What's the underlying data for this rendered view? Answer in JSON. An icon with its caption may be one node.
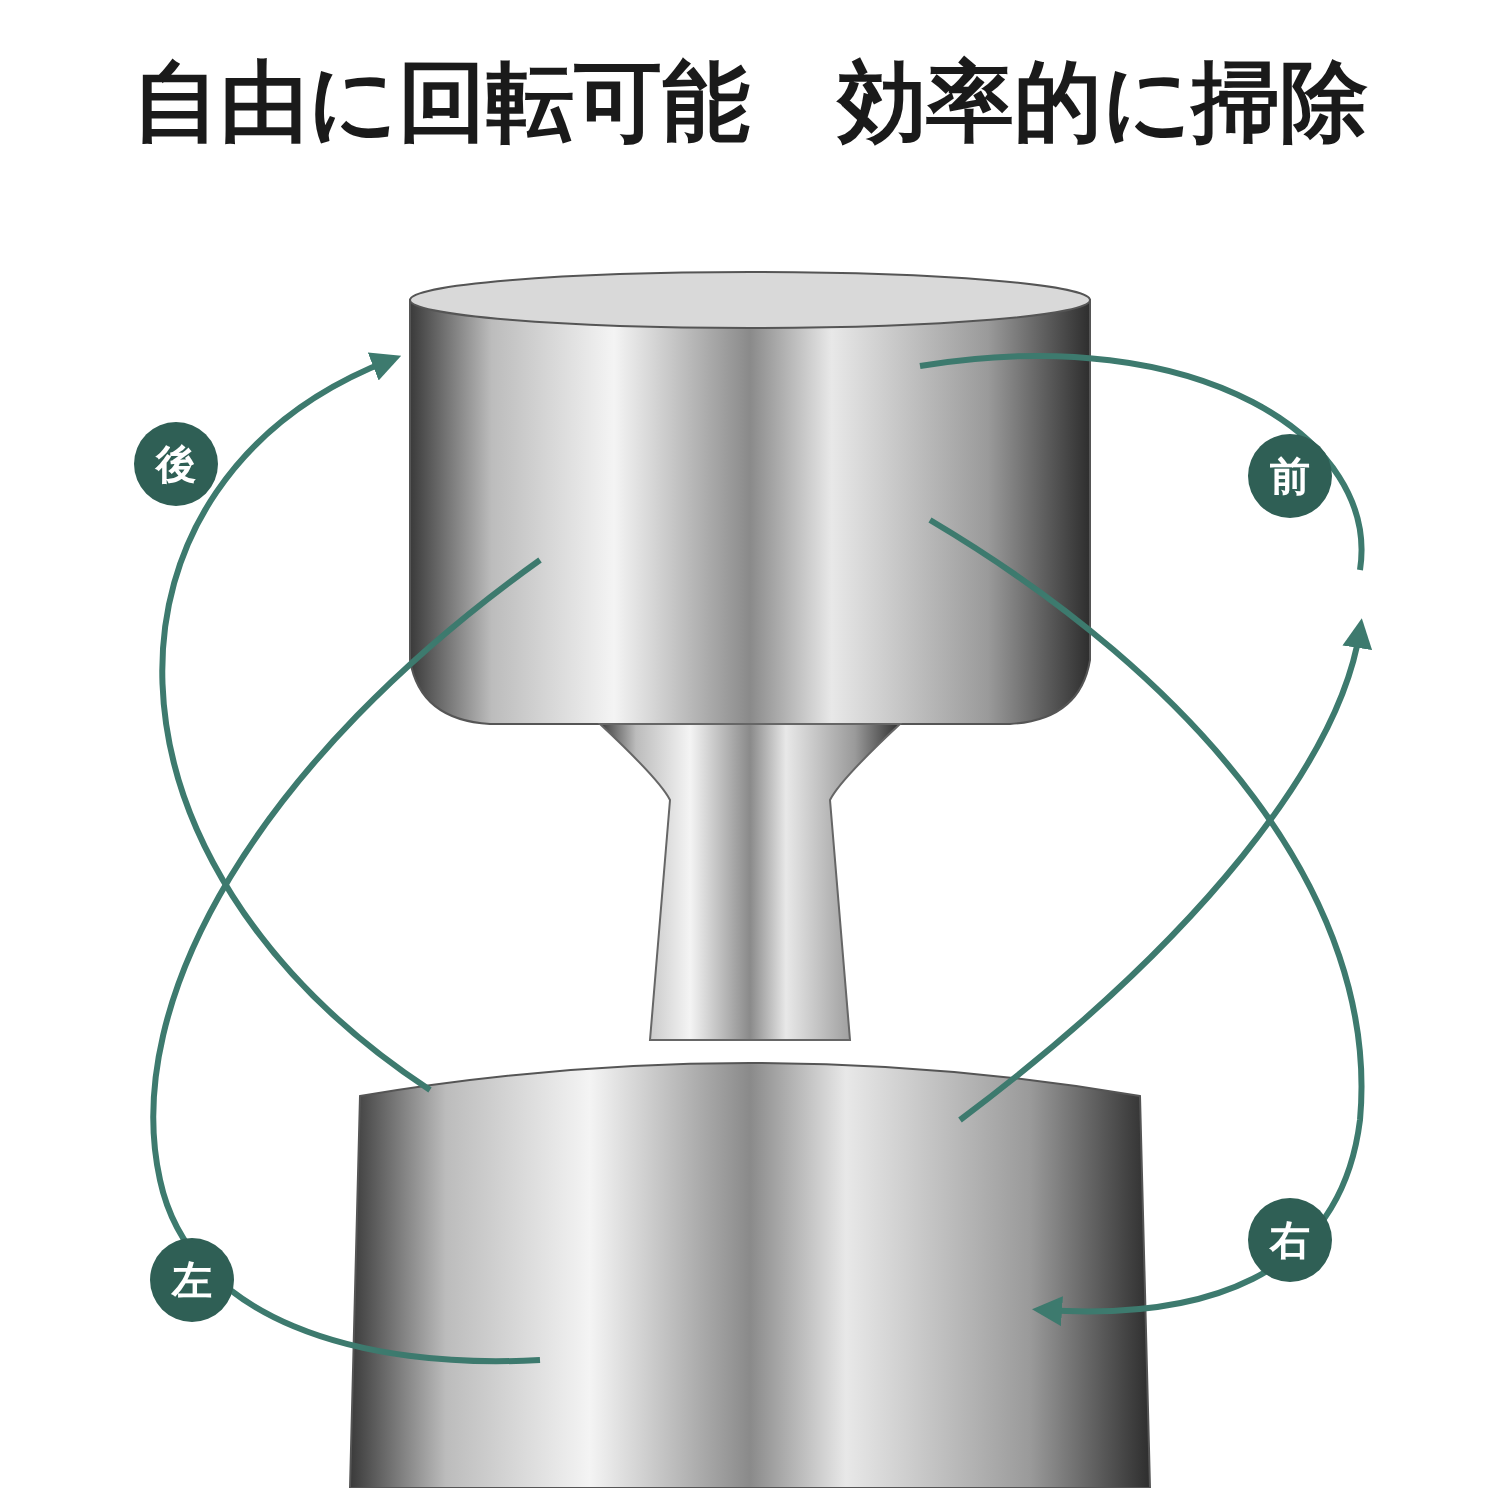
{
  "diagram": {
    "title": "自由に回転可能　効率的に掃除",
    "nodes": [
      {
        "text": [
          "後"
        ]
      },
      {
        "text": [
          "前"
        ]
      },
      {
        "text": [
          "左"
        ]
      },
      {
        "text": [
          "右"
        ]
      }
    ]
  }
}
